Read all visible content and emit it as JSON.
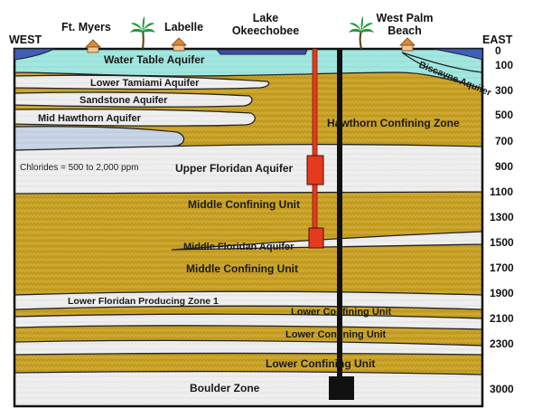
{
  "direction": {
    "west": "WEST",
    "east": "EAST"
  },
  "places": {
    "ft_myers": "Ft. Myers",
    "labelle": "Labelle",
    "lake_line1": "Lake",
    "lake_line2": "Okeechobee",
    "wpb_line1": "West Palm",
    "wpb_line2": "Beach"
  },
  "layers": {
    "water_table": "Water Table Aquifer",
    "biscayne": "Biscayne Aquifer",
    "lower_tamiami": "Lower Tamiami Aquifer",
    "sandstone": "Sandstone Aquifer",
    "mid_hawthorn": "Mid Hawthorn Aquifer",
    "hawthorn_confining": "Hawthorn Confining Zone",
    "chlorides": "Chlorides = 500 to 2,000 ppm",
    "upper_floridan": "Upper Floridan Aquifer",
    "middle_confining_1": "Middle Confining Unit",
    "middle_floridan": "Middle Floridan Aquifer",
    "middle_confining_2": "Middle Confining Unit",
    "lower_floridan_producing": "Lower Floridan Producing Zone 1",
    "lower_confining_1": "Lower Confining Unit",
    "lower_confining_2": "Lower Confining Unit",
    "lower_confining_3": "Lower Confining Unit",
    "boulder_zone": "Boulder Zone"
  },
  "depth_scale": [
    "0",
    "100",
    "300",
    "500",
    "700",
    "900",
    "1100",
    "1300",
    "1500",
    "1700",
    "1900",
    "2100",
    "2300",
    "3000"
  ],
  "colors": {
    "confining": "#c9a227",
    "aquifer_light": "#eeeeee",
    "water_table": "#9fe6df",
    "mid_hawthorn": "#c5d3e6",
    "well_casing": "#e53a1e",
    "deep_well": "#111111",
    "house_roof": "#d98a3a",
    "palm": "#1f9a3a"
  },
  "icons": [
    "house-icon",
    "palm-tree-icon"
  ]
}
